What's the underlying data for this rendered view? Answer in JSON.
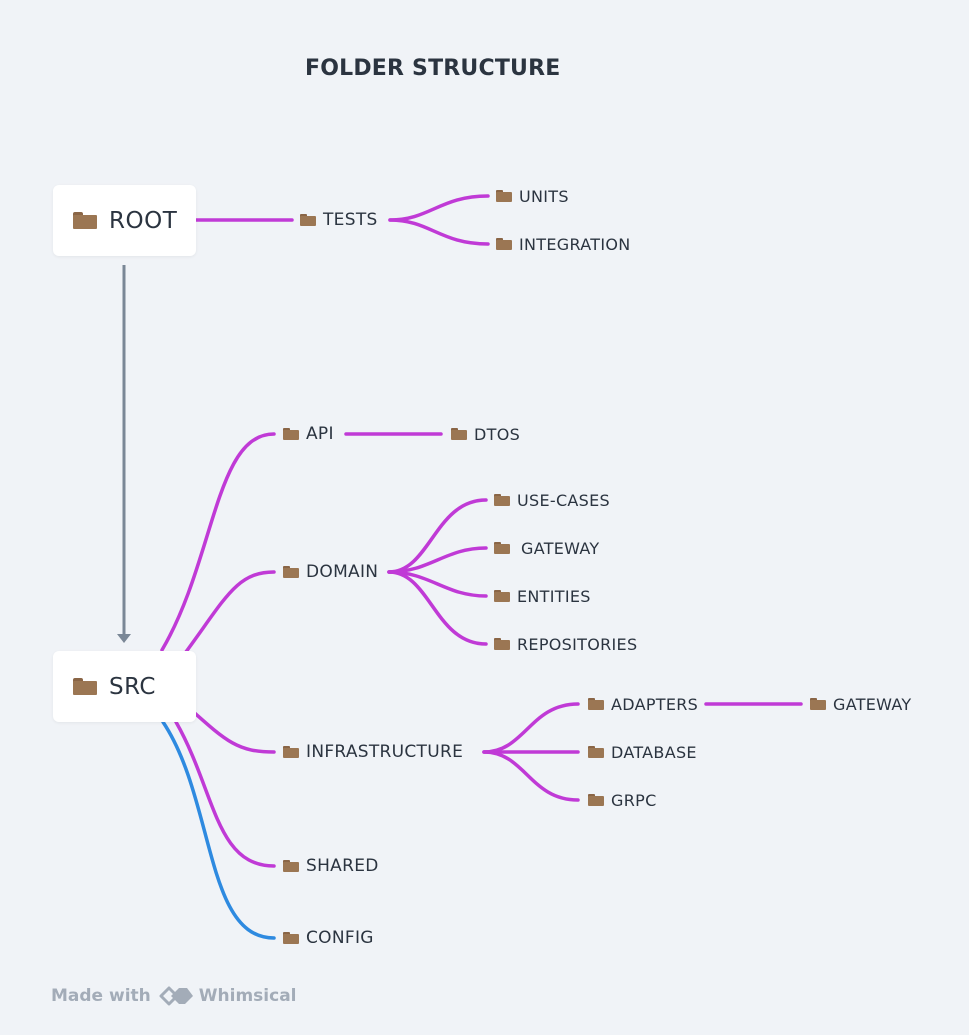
{
  "title": "FOLDER STRUCTURE",
  "colors": {
    "branch": "#c03ad6",
    "config_branch": "#2e8ae0",
    "arrow": "#7a8796",
    "folder": "#9b7653"
  },
  "nodes": {
    "root": "ROOT",
    "src": "SRC",
    "tests": "TESTS",
    "units": "UNITS",
    "integration": "INTEGRATION",
    "api": "API",
    "dtos": "DTOS",
    "domain": "DOMAIN",
    "use_cases": "USE-CASES",
    "domain_gateway": "GATEWAY",
    "entities": "ENTITIES",
    "repositories": "REPOSITORIES",
    "infrastructure": "INFRASTRUCTURE",
    "adapters": "ADAPTERS",
    "adapters_gateway": "GATEWAY",
    "database": "DATABASE",
    "grpc": "GRPC",
    "shared": "SHARED",
    "config": "CONFIG"
  },
  "footer": {
    "made_with": "Made with",
    "brand": "Whimsical"
  }
}
